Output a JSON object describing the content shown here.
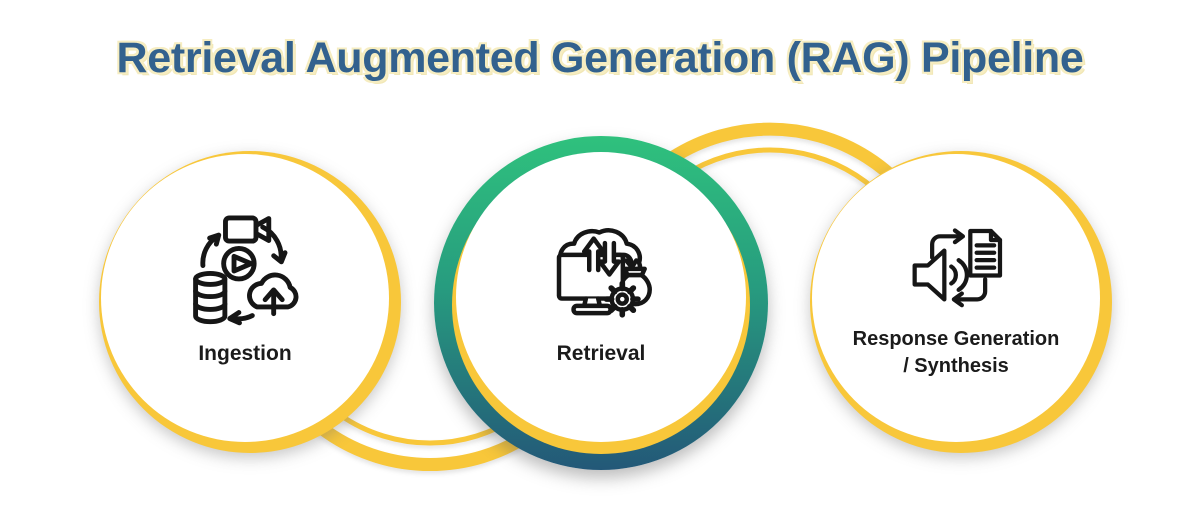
{
  "title": {
    "text": "Retrieval Augmented Generation (RAG) Pipeline"
  },
  "stages": [
    {
      "label": "Ingestion",
      "icon": "media-ingestion-cycle-icon"
    },
    {
      "label": "Retrieval",
      "icon": "cloud-monitor-retrieval-gear-icon"
    },
    {
      "label_line1": "Response Generation",
      "label_line2": "/ Synthesis",
      "icon": "speaker-to-document-synthesis-icon"
    }
  ],
  "colors": {
    "background": "#FFFFFF",
    "accent_yellow": "#F8C73A",
    "retrieval_ring_top": "#2FC17D",
    "retrieval_ring_bottom": "#235878",
    "title_blue": "#32618E",
    "title_halo": "#F6EDC1",
    "icon_stroke": "#161616",
    "label_color": "#1B1B1B"
  }
}
